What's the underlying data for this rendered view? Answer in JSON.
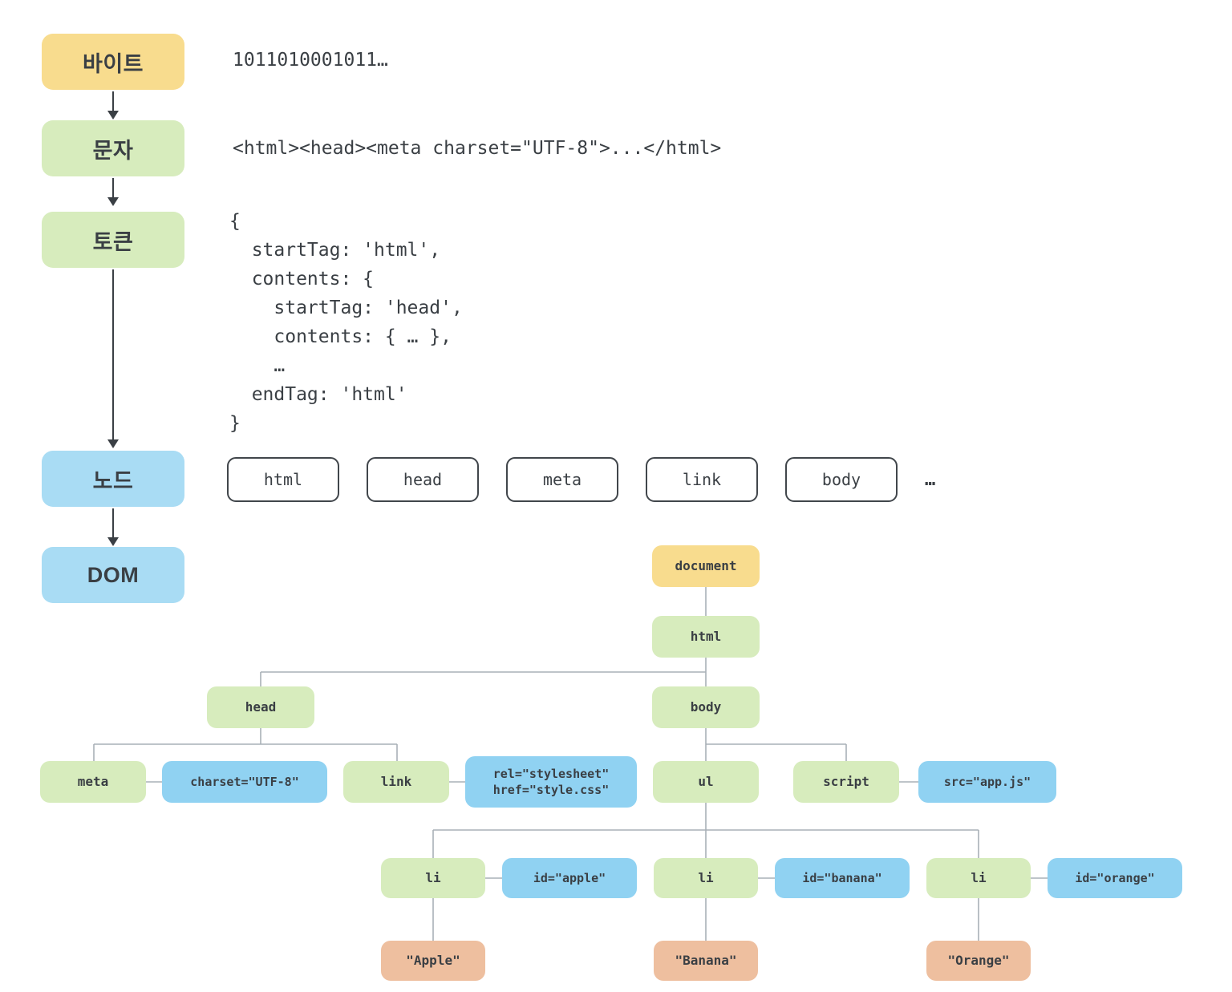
{
  "pipeline": {
    "steps": [
      {
        "label": "바이트"
      },
      {
        "label": "문자"
      },
      {
        "label": "토큰"
      },
      {
        "label": "노드"
      },
      {
        "label": "DOM"
      }
    ],
    "bytes_text": "1011010001011…",
    "chars_text": "<html><head><meta charset=\"UTF-8\">...</html>",
    "token_code": "{\n  startTag: 'html',\n  contents: {\n    startTag: 'head',\n    contents: { … },\n    …\n  endTag: 'html'\n}",
    "node_boxes": [
      "html",
      "head",
      "meta",
      "link",
      "body"
    ],
    "node_ellipsis": "…"
  },
  "dom_tree": {
    "document": "document",
    "html": "html",
    "head": "head",
    "body": "body",
    "meta": "meta",
    "meta_attr": "charset=\"UTF-8\"",
    "link": "link",
    "link_attr_line1": "rel=\"stylesheet\"",
    "link_attr_line2": "href=\"style.css\"",
    "ul": "ul",
    "script": "script",
    "script_attr": "src=\"app.js\"",
    "li_1": "li",
    "li_1_attr": "id=\"apple\"",
    "li_1_text": "\"Apple\"",
    "li_2": "li",
    "li_2_attr": "id=\"banana\"",
    "li_2_text": "\"Banana\"",
    "li_3": "li",
    "li_3_attr": "id=\"orange\"",
    "li_3_text": "\"Orange\""
  },
  "colors": {
    "step_yellow": "#f8dc8e",
    "step_green": "#d7ecbd",
    "step_blue": "#a9dcf4",
    "attr_blue": "#90d2f2",
    "text_salmon": "#eebf9f",
    "connector_gray": "#a9b0b7",
    "text_dark": "#3a3f44"
  }
}
